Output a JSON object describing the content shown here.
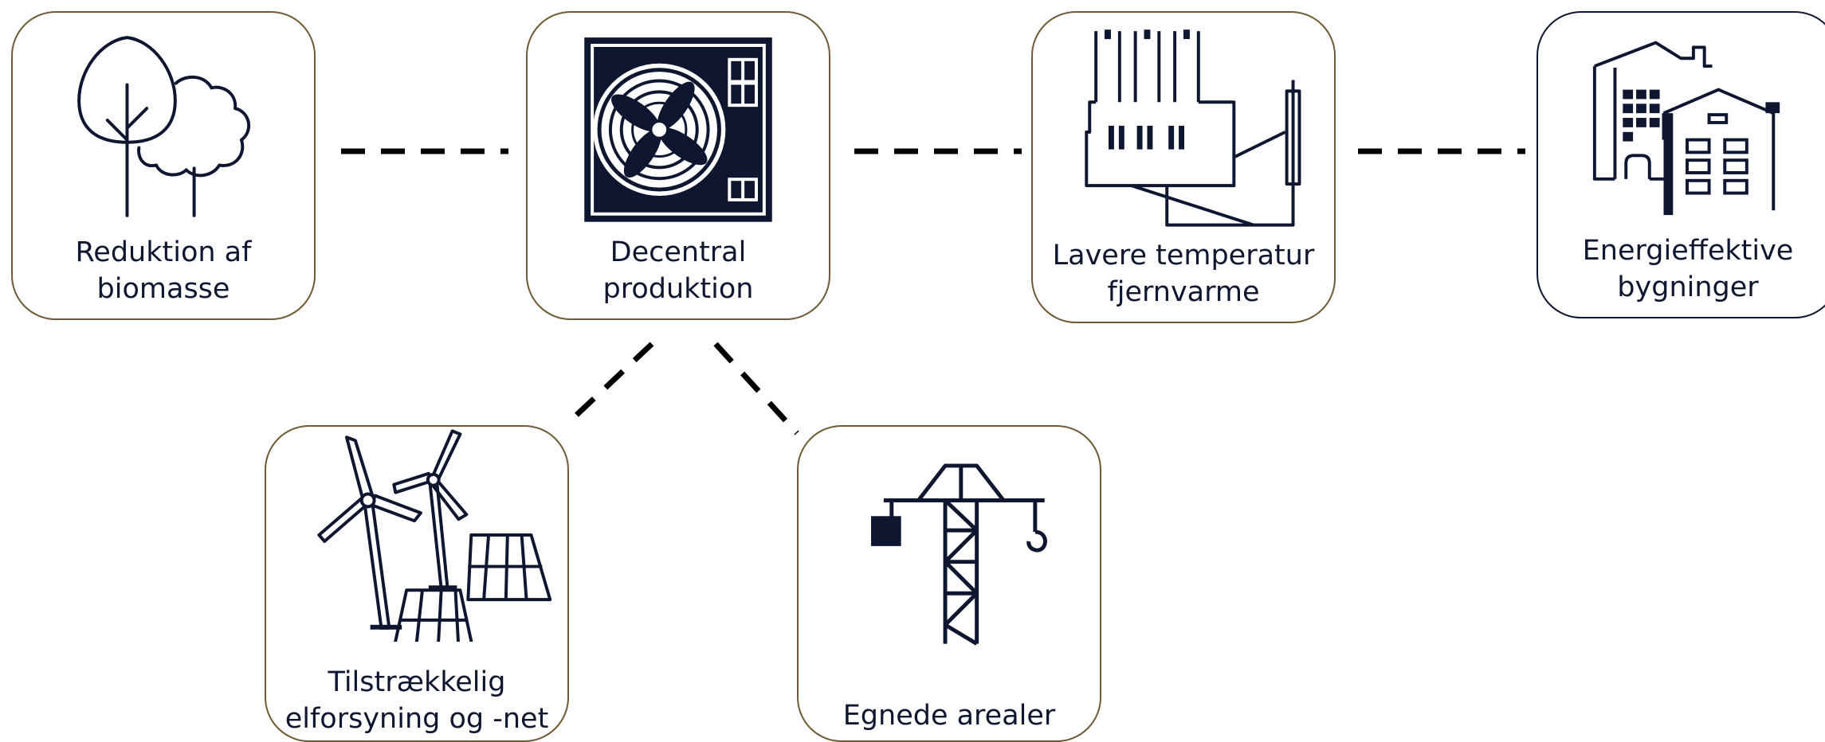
{
  "nodes": {
    "biomass": {
      "line1": "Reduktion af",
      "line2": "biomasse",
      "icon": "trees-icon"
    },
    "decentral": {
      "line1": "Decentral",
      "line2": "produktion",
      "icon": "heat-pump-icon"
    },
    "district": {
      "line1": "Lavere temperatur",
      "line2": "fjernvarme",
      "icon": "power-plant-icon"
    },
    "buildings": {
      "line1": "Energieffektive",
      "line2": "bygninger",
      "icon": "buildings-icon"
    },
    "grid": {
      "line1": "Tilstrækkelig",
      "line2": "elforsyning og -net",
      "icon": "wind-solar-icon"
    },
    "land": {
      "line1": "",
      "line2": "Egnede arealer",
      "icon": "crane-icon"
    }
  },
  "colors": {
    "ink": "#0f1730",
    "border": "#6f5a36",
    "connector": "#000000"
  }
}
